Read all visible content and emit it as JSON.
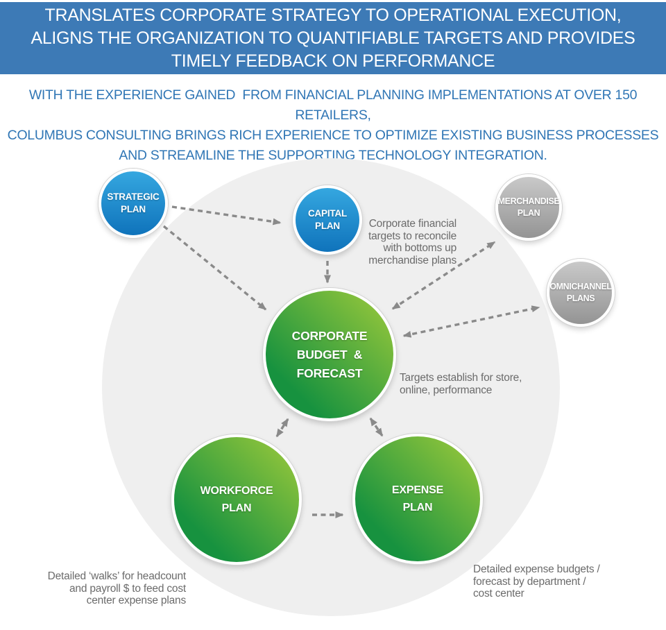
{
  "header": {
    "banner_text": "TRANSLATES CORPORATE STRATEGY TO OPERATIONAL EXECUTION,\nALIGNS THE ORGANIZATION TO QUANTIFIABLE TARGETS AND PROVIDES\nTIMELY FEEDBACK ON PERFORMANCE"
  },
  "intro": {
    "text": "WITH THE EXPERIENCE GAINED  FROM FINANCIAL PLANNING IMPLEMENTATIONS AT OVER 150 RETAILERS,\nCOLUMBUS CONSULTING BRINGS RICH EXPERIENCE TO OPTIMIZE EXISTING BUSINESS PROCESSES\nAND STREAMLINE THE SUPPORTING TECHNOLOGY INTEGRATION."
  },
  "diagram": {
    "nodes": {
      "strategic_plan": {
        "label": "STRATEGIC\nPLAN",
        "style": "blue"
      },
      "capital_plan": {
        "label": "CAPITAL\nPLAN",
        "style": "blue"
      },
      "merchandise_plan": {
        "label": "MERCHANDISE\nPLAN",
        "style": "gray"
      },
      "omnichannel_plans": {
        "label": "OMNICHANNEL\nPLANS",
        "style": "gray"
      },
      "corporate_budget_forecast": {
        "label": "CORPORATE\nBUDGET  &\nFORECAST",
        "style": "green"
      },
      "workforce_plan": {
        "label": "WORKFORCE\nPLAN",
        "style": "green"
      },
      "expense_plan": {
        "label": "EXPENSE\nPLAN",
        "style": "green"
      }
    },
    "annotations": {
      "merchandise_note": "Corporate financial\ntargets to reconcile\nwith bottoms up\nmerchandise plans",
      "targets_note": "Targets establish for store,\nonline, performance",
      "workforce_note": "Detailed ‘walks’ for headcount\nand payroll $ to feed cost\ncenter expense plans",
      "expense_note": "Detailed expense budgets /\nforecast by department /\ncost center"
    },
    "connections": [
      "strategic_plan -> capital_plan",
      "strategic_plan -> corporate_budget_forecast",
      "capital_plan -> corporate_budget_forecast",
      "corporate_budget_forecast <-> merchandise_plan",
      "corporate_budget_forecast <-> omnichannel_plans",
      "corporate_budget_forecast <-> workforce_plan",
      "corporate_budget_forecast <-> expense_plan",
      "workforce_plan -> expense_plan"
    ],
    "colors": {
      "banner_bg": "#3d7ab6",
      "intro_text": "#3076b5",
      "background_circle": "#efefef",
      "arrow": "#8a8a8a",
      "blue_node_top": "#35a7e0",
      "blue_node_bottom": "#0f73bb",
      "gray_node_top": "#c9c9c9",
      "gray_node_bottom": "#949494",
      "green_node_light": "#a0cb3b",
      "green_node_dark": "#17923f",
      "note_text": "#6b6b6b"
    }
  }
}
